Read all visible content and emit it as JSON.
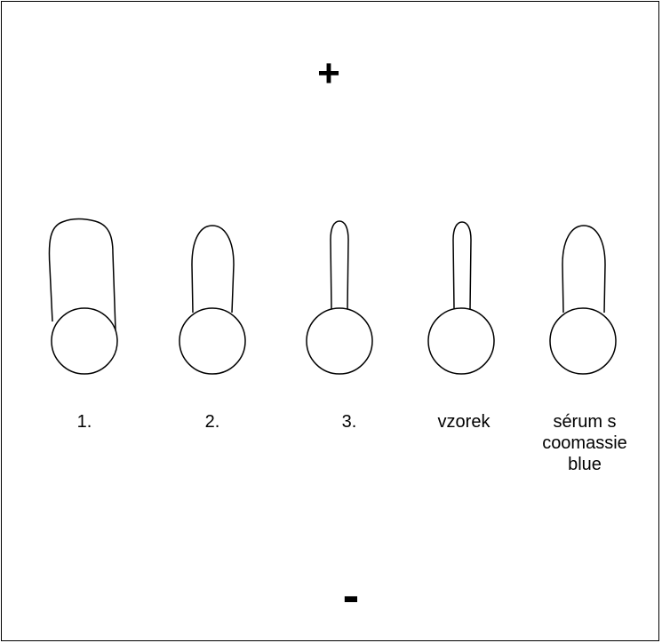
{
  "diagram": {
    "top_electrode": "+",
    "bottom_electrode": "-",
    "lanes": [
      {
        "label": "1."
      },
      {
        "label": "2."
      },
      {
        "label": "3."
      },
      {
        "label": "vzorek"
      },
      {
        "label": "sérum s coomassie blue"
      }
    ]
  }
}
